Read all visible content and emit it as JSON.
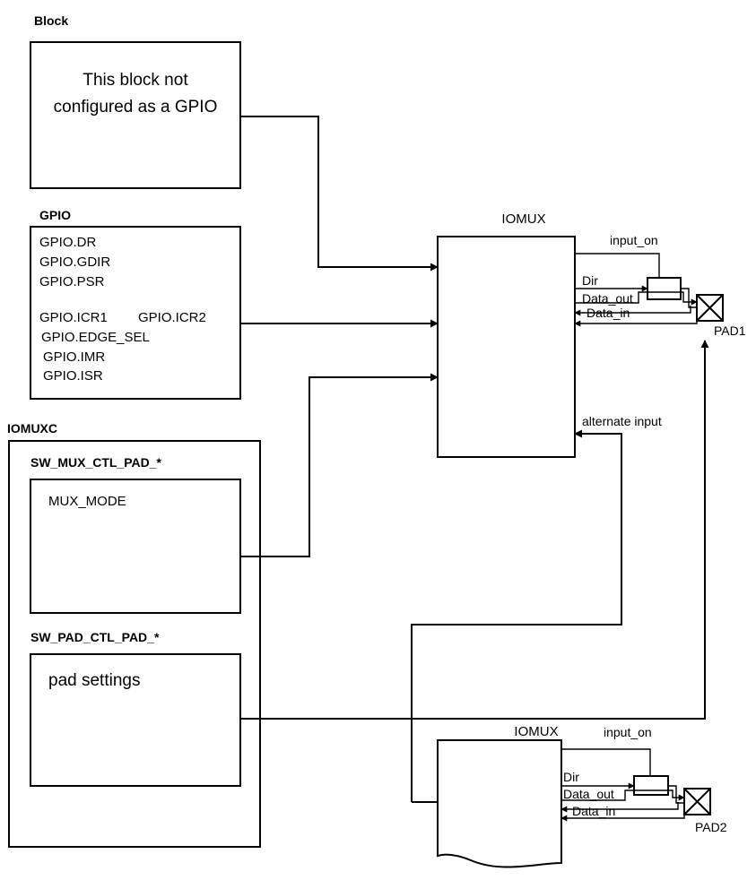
{
  "block": {
    "heading": "Block",
    "text_line1": "This block not",
    "text_line2": "configured as a GPIO"
  },
  "gpio": {
    "heading": "GPIO",
    "registers": [
      "GPIO.DR",
      "GPIO.GDIR",
      "GPIO.PSR",
      "GPIO.ICR1",
      "GPIO.ICR2",
      "GPIO.EDGE_SEL",
      "GPIO.IMR",
      "GPIO.ISR"
    ]
  },
  "iomuxc": {
    "heading": "IOMUXC",
    "mux_ctl_label": "SW_MUX_CTL_PAD_*",
    "mux_mode_label": "MUX_MODE",
    "pad_ctl_label": "SW_PAD_CTL_PAD_*",
    "pad_settings_label": "pad settings"
  },
  "iomux_main": {
    "title": "IOMUX",
    "input_on": "input_on",
    "dir": "Dir",
    "data_out": "Data_out",
    "data_in": "Data_in",
    "alternate_input": "alternate input",
    "pad_label": "PAD1"
  },
  "iomux_second": {
    "title": "IOMUX",
    "input_on": "input_on",
    "dir": "Dir",
    "data_out": "Data_out",
    "data_in": "Data_in",
    "pad_label": "PAD2"
  }
}
